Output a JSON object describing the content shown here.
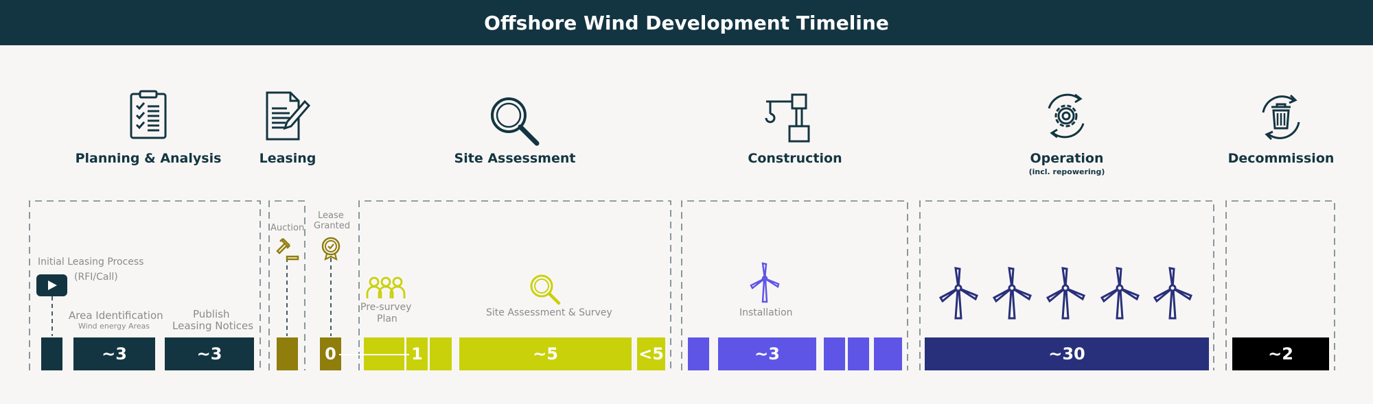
{
  "title": "Offshore Wind Development Timeline",
  "phases": {
    "planning": {
      "label": "Planning & Analysis",
      "icon": "clipboard-checklist-icon"
    },
    "leasing": {
      "label": "Leasing",
      "icon": "document-pen-icon"
    },
    "site_assessment": {
      "label": "Site Assessment",
      "icon": "magnifier-icon"
    },
    "construction": {
      "label": "Construction",
      "icon": "crane-icon"
    },
    "operation": {
      "label": "Operation",
      "sublabel": "(incl. repowering)",
      "icon": "gear-cycle-icon"
    },
    "decommission": {
      "label": "Decommission",
      "icon": "recycle-bin-icon"
    }
  },
  "steps": {
    "initial_leasing": {
      "line1": "Initial Leasing Process",
      "line2": "(RFI/Call)"
    },
    "area_identification": {
      "label": "Area Identification",
      "sublabel": "Wind energy Areas"
    },
    "publish_notices": {
      "line1": "Publish",
      "line2": "Leasing Notices"
    },
    "auction": {
      "label": "Auction"
    },
    "lease_granted": {
      "line1": "Lease",
      "line2": "Granted"
    },
    "pre_survey": {
      "line1": "Pre-survey",
      "line2": "Plan"
    },
    "site_survey": {
      "label": "Site Assessment & Survey"
    },
    "installation": {
      "label": "Installation"
    }
  },
  "bars": {
    "area_identification": "~3",
    "publish_notices": "~3",
    "lease_start": "0",
    "pre_survey_end": "1",
    "site_assessment": "~5",
    "site_assessment_tail": "<5",
    "construction": "~3",
    "operation": "~30",
    "decommission": "~2"
  },
  "colors": {
    "header": "#133541",
    "dark_teal": "#133541",
    "olive": "#8f7d0c",
    "lime": "#c9d10b",
    "purple": "#5e55e6",
    "navy": "#29307b",
    "black": "#000000"
  }
}
